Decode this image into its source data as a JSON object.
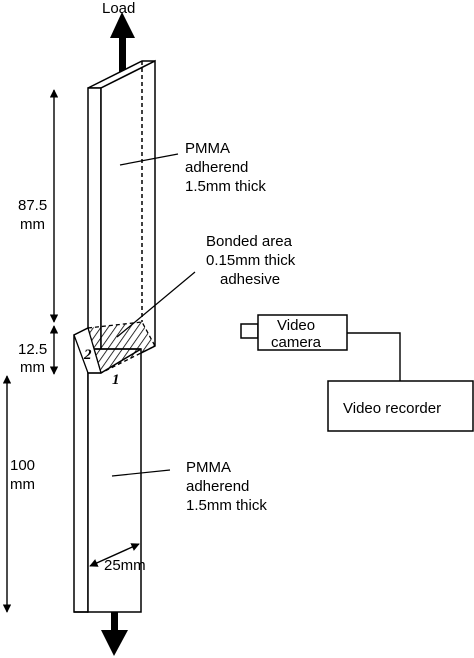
{
  "diagram": {
    "load_label": "Load",
    "top_adherend": {
      "line1": "PMMA",
      "line2": "adherend",
      "line3": "1.5mm thick"
    },
    "bonded_area": {
      "line1": "Bonded area",
      "line2": "0.15mm thick",
      "line3": "adhesive"
    },
    "bottom_adherend": {
      "line1": "PMMA",
      "line2": "adherend",
      "line3": "1.5mm thick"
    },
    "dim_top": {
      "value": "87.5",
      "unit": "mm"
    },
    "dim_overlap": {
      "value": "12.5",
      "unit": "mm"
    },
    "dim_bottom": {
      "value": "100",
      "unit": "mm"
    },
    "width_label": "25mm",
    "corner_1": "1",
    "corner_2": "2",
    "video_camera": {
      "line1": "Video",
      "line2": "camera"
    },
    "video_recorder": "Video recorder"
  }
}
